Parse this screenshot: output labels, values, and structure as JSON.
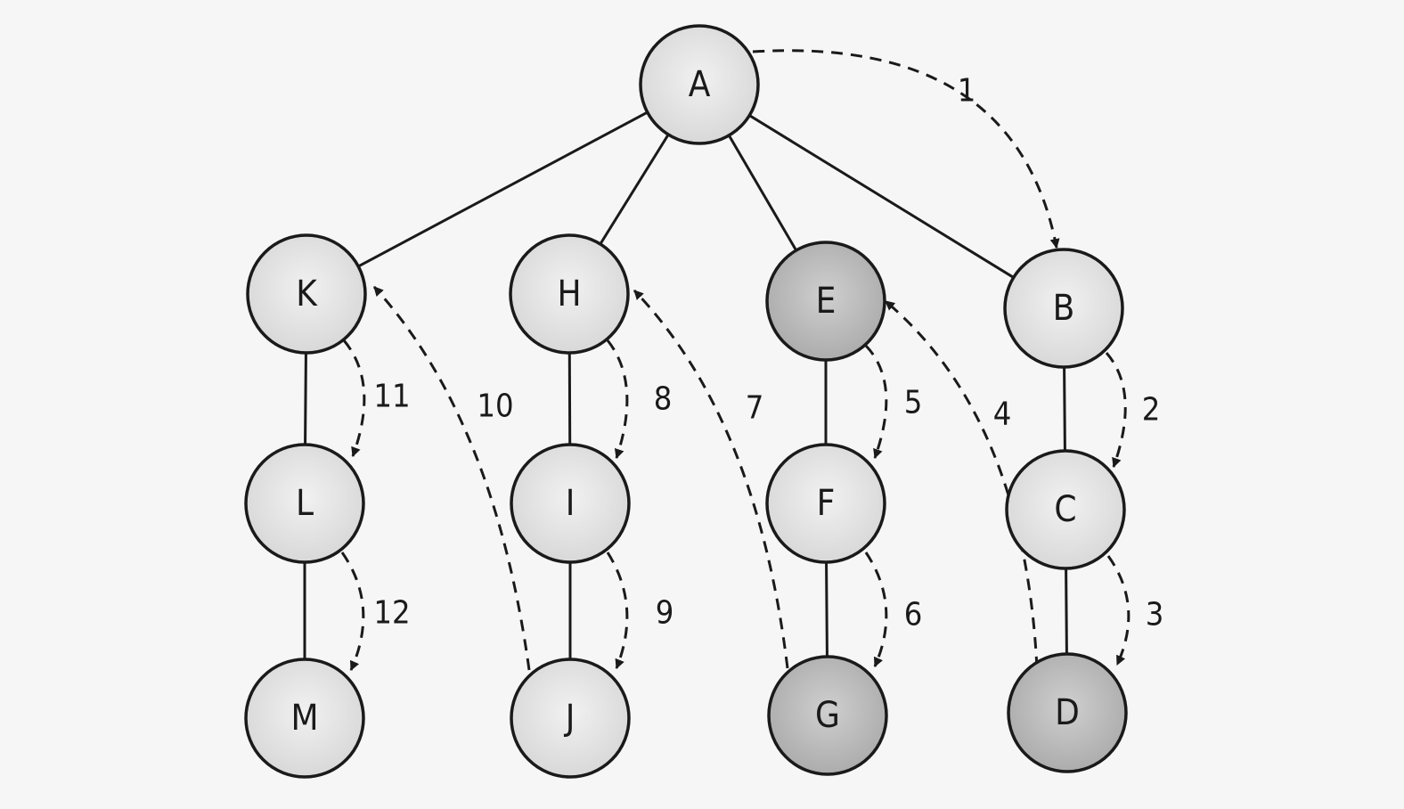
{
  "title": "",
  "colors": {
    "background": "#f6f6f6",
    "stroke": "#1a1a1a",
    "node_light": "#e4e4e4",
    "node_dark": "#bdbdbd"
  },
  "nodes": [
    {
      "id": "A",
      "label": "A",
      "tone": "light"
    },
    {
      "id": "K",
      "label": "K",
      "tone": "light"
    },
    {
      "id": "H",
      "label": "H",
      "tone": "light"
    },
    {
      "id": "E",
      "label": "E",
      "tone": "dark"
    },
    {
      "id": "B",
      "label": "B",
      "tone": "light"
    },
    {
      "id": "L",
      "label": "L",
      "tone": "light"
    },
    {
      "id": "I",
      "label": "I",
      "tone": "light"
    },
    {
      "id": "F",
      "label": "F",
      "tone": "light"
    },
    {
      "id": "C",
      "label": "C",
      "tone": "light"
    },
    {
      "id": "M",
      "label": "M",
      "tone": "light"
    },
    {
      "id": "J",
      "label": "J",
      "tone": "light"
    },
    {
      "id": "G",
      "label": "G",
      "tone": "dark"
    },
    {
      "id": "D",
      "label": "D",
      "tone": "dark"
    }
  ],
  "edges": [
    {
      "from": "A",
      "to": "K"
    },
    {
      "from": "A",
      "to": "H"
    },
    {
      "from": "A",
      "to": "E"
    },
    {
      "from": "A",
      "to": "B"
    },
    {
      "from": "K",
      "to": "L"
    },
    {
      "from": "L",
      "to": "M"
    },
    {
      "from": "H",
      "to": "I"
    },
    {
      "from": "I",
      "to": "J"
    },
    {
      "from": "E",
      "to": "F"
    },
    {
      "from": "F",
      "to": "G"
    },
    {
      "from": "B",
      "to": "C"
    },
    {
      "from": "C",
      "to": "D"
    }
  ],
  "steps": [
    {
      "label": "1",
      "from": "A",
      "to": "B"
    },
    {
      "label": "2",
      "from": "B",
      "to": "C"
    },
    {
      "label": "3",
      "from": "C",
      "to": "D"
    },
    {
      "label": "4",
      "from": "D",
      "to": "E"
    },
    {
      "label": "5",
      "from": "E",
      "to": "F"
    },
    {
      "label": "6",
      "from": "F",
      "to": "G"
    },
    {
      "label": "7",
      "from": "G",
      "to": "H"
    },
    {
      "label": "8",
      "from": "H",
      "to": "I"
    },
    {
      "label": "9",
      "from": "I",
      "to": "J"
    },
    {
      "label": "10",
      "from": "J",
      "to": "K"
    },
    {
      "label": "11",
      "from": "K",
      "to": "L"
    },
    {
      "label": "12",
      "from": "L",
      "to": "M"
    }
  ]
}
